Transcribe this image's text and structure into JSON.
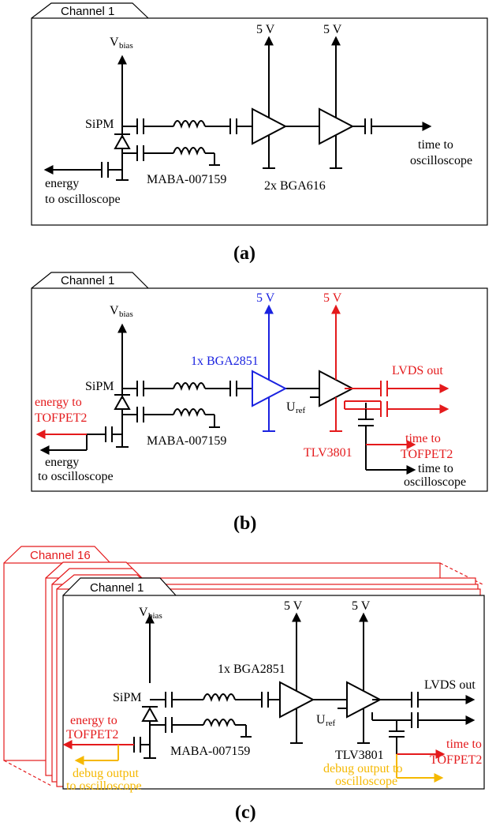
{
  "colors": {
    "black": "#000000",
    "red": "#e41a1c",
    "blue": "#1a22e0",
    "orange": "#f5b800"
  },
  "panel_a": {
    "tab": "Channel 1",
    "vbias_main": "V",
    "vbias_sub": "bias",
    "sipm": "SiPM",
    "maba": "MABA-007159",
    "energy_line1": "energy",
    "energy_line2": "to oscilloscope",
    "supply1": "5 V",
    "supply2": "5 V",
    "amp": "2x BGA616",
    "time_line1": "time to",
    "time_line2": "oscilloscope",
    "caption": "(a)"
  },
  "panel_b": {
    "tab": "Channel 1",
    "vbias_main": "V",
    "vbias_sub": "bias",
    "sipm": "SiPM",
    "maba": "MABA-007159",
    "amp": "1x BGA2851",
    "supply_blue": "5 V",
    "supply_red": "5 V",
    "lvds": "LVDS out",
    "uref_main": "U",
    "uref_sub": "ref",
    "tlv": "TLV3801",
    "energy_red1": "energy to",
    "energy_red2": "TOFPET2",
    "energy_blk1": "energy",
    "energy_blk2": "to oscilloscope",
    "time_red1": "time to",
    "time_red2": "TOFPET2",
    "time_blk1": "time to",
    "time_blk2": "oscilloscope",
    "caption": "(b)"
  },
  "panel_c": {
    "tab16": "Channel 16",
    "tab": "Channel 1",
    "vbias_main": "V",
    "vbias_sub": "bias",
    "sipm": "SiPM",
    "maba": "MABA-007159",
    "amp": "1x BGA2851",
    "supply1": "5 V",
    "supply2": "5 V",
    "lvds": "LVDS out",
    "uref_main": "U",
    "uref_sub": "ref",
    "tlv": "TLV3801",
    "energy_red1": "energy to",
    "energy_red2": "TOFPET2",
    "debug_l1": "debug output",
    "debug_l2": "to oscilloscope",
    "time_red1": "time to",
    "time_red2": "TOFPET2",
    "debug_r1": "debug output to",
    "debug_r2": "oscilloscope",
    "caption": "(c)"
  }
}
